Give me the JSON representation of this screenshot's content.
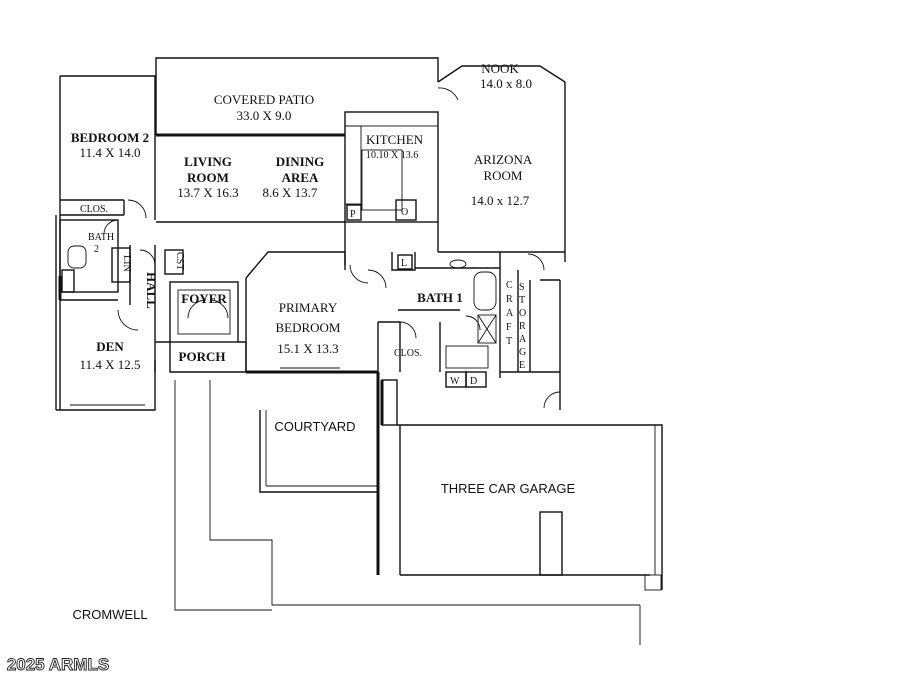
{
  "rooms": {
    "covered_patio": {
      "name": "COVERED PATIO",
      "size": "33.0 X 9.0"
    },
    "nook": {
      "name": "NOOK",
      "size": "14.0 x 8.0"
    },
    "bedroom2": {
      "name": "BEDROOM 2",
      "size": "11.4 X 14.0"
    },
    "kitchen": {
      "name": "KITCHEN",
      "size": "10.10 X 13.6"
    },
    "living": {
      "name1": "LIVING",
      "name2": "ROOM",
      "size": "13.7 X 16.3"
    },
    "dining": {
      "name1": "DINING",
      "name2": "AREA",
      "size": "8.6 X 13.7"
    },
    "arizona": {
      "name1": "ARIZONA",
      "name2": "ROOM",
      "size": "14.0 x 12.7"
    },
    "clos_bed2": "CLOS.",
    "bath2": {
      "name1": "BATH",
      "name2": "2"
    },
    "lin": "LIN",
    "cst": "CST",
    "hall": "HALL",
    "foyer": "FOYER",
    "primary": {
      "name1": "PRIMARY",
      "name2": "BEDROOM",
      "size": "15.1 X 13.3"
    },
    "bath1": "BATH 1",
    "linen_l": "L",
    "pantry_p": "P",
    "oven_o": "O",
    "craft": [
      "C",
      "R",
      "A",
      "F",
      "T"
    ],
    "storage": [
      "S",
      "T",
      "O",
      "R",
      "A",
      "G",
      "E"
    ],
    "clos_primary": "CLOS.",
    "den": {
      "name": "DEN",
      "size": "11.4 X 12.5"
    },
    "porch": "PORCH",
    "washer": "W",
    "dryer": "D",
    "courtyard": "COURTYARD",
    "garage": "THREE CAR GARAGE"
  },
  "footer": {
    "community": "CROMWELL",
    "copyright": "2025 ARMLS"
  }
}
